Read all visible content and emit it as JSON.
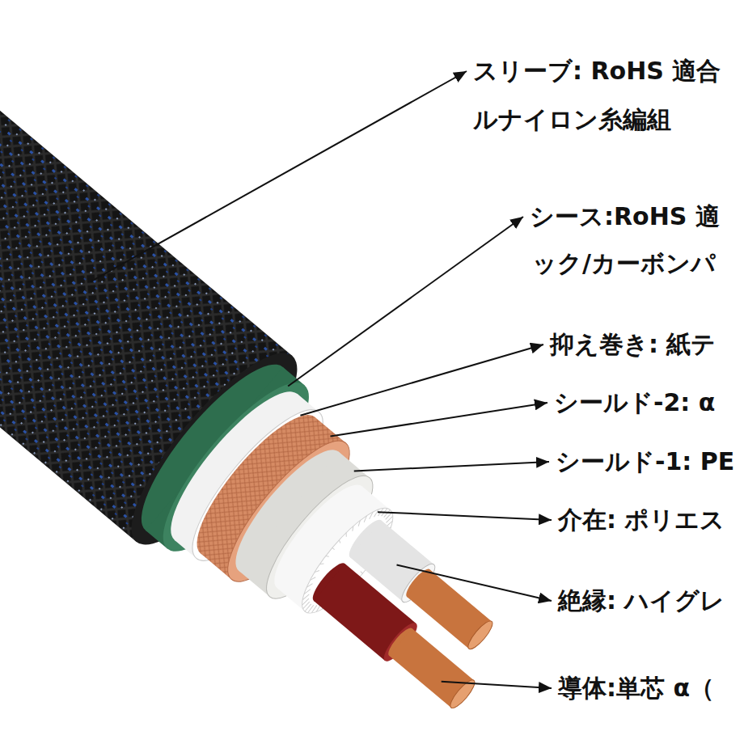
{
  "diagram": {
    "labels": [
      "スリーブ: RoHS 適合",
      "ルナイロン糸編組",
      "シース:RoHS 適",
      "ック/カーボンパ",
      "抑え巻き: 紙テ",
      "シールド-2: α",
      "シールド-1: PE",
      "介在: ポリエス",
      "絶縁: ハイグレ",
      "導体:単芯 α（"
    ]
  }
}
